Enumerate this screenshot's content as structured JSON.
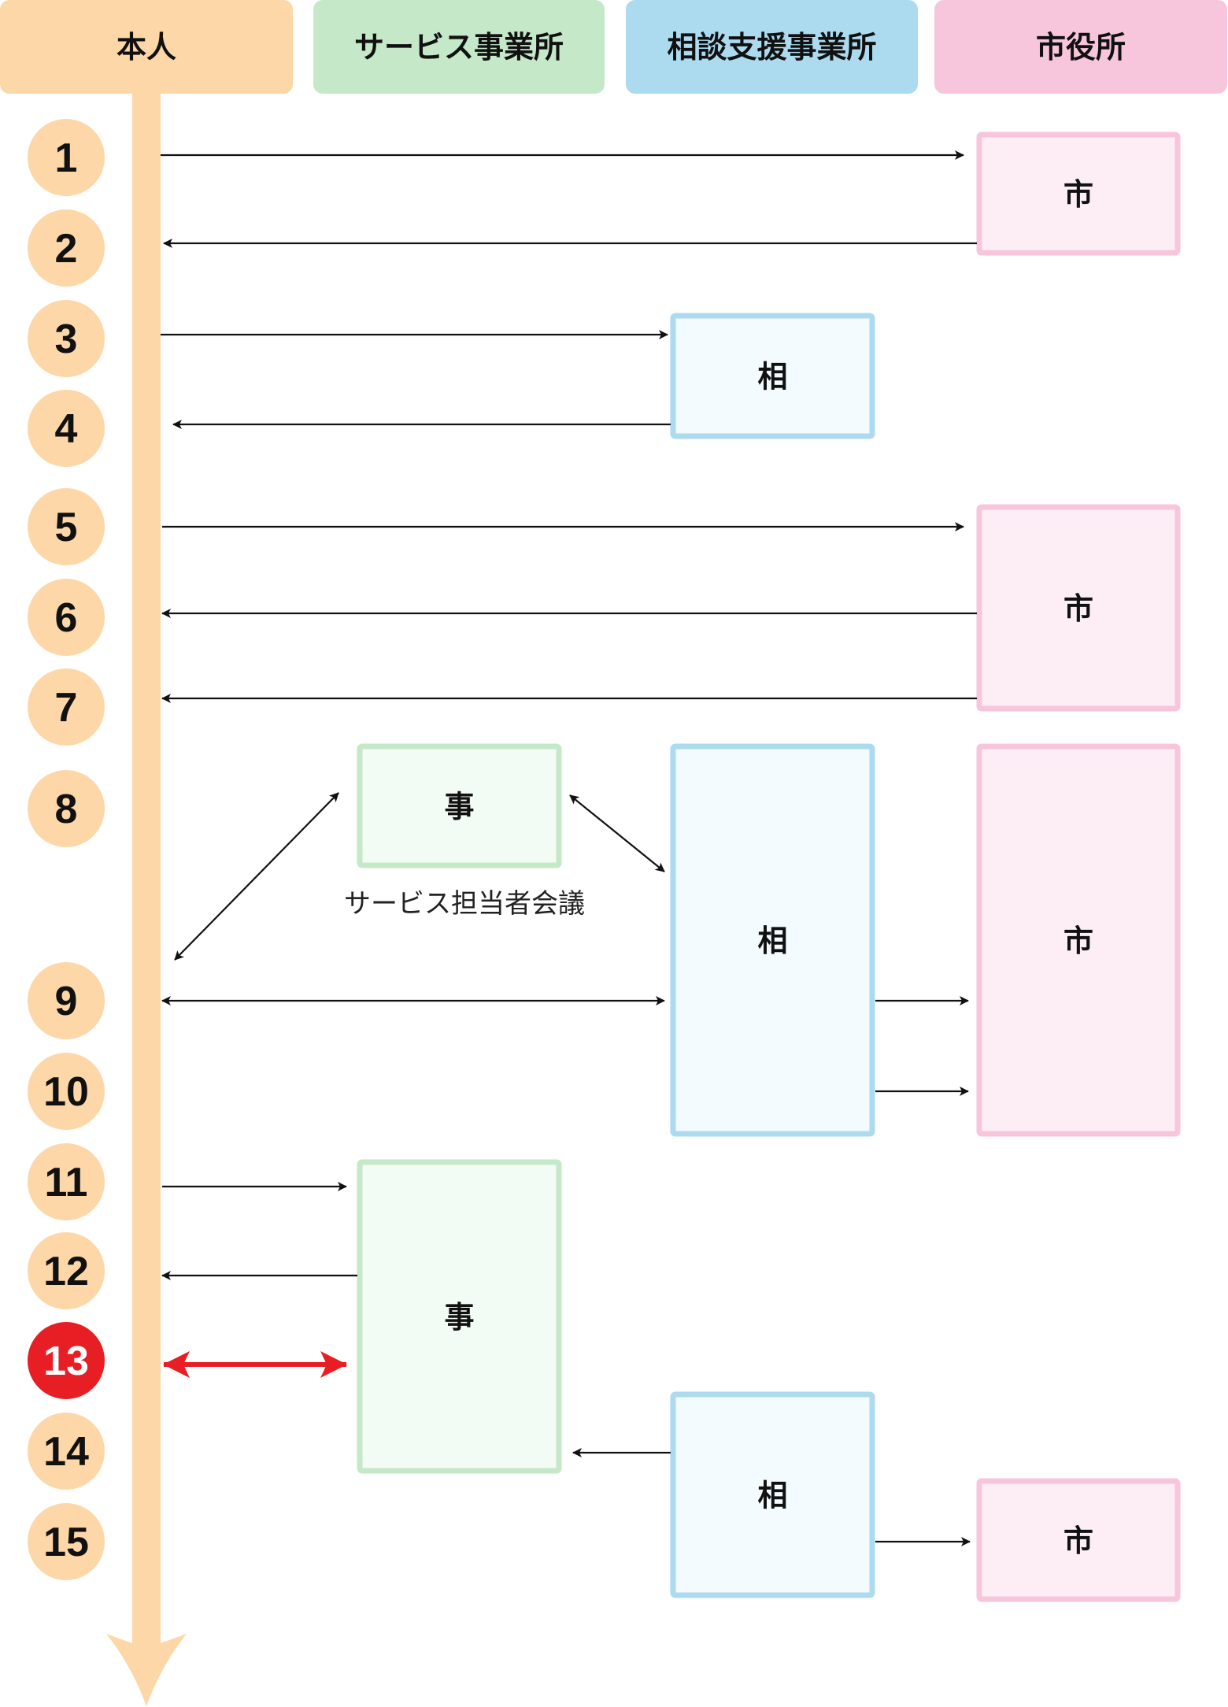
{
  "diagram": {
    "title": "サービス利用の流れ",
    "lanes": [
      {
        "id": "person",
        "label": "本人",
        "color": "#fdd7a7"
      },
      {
        "id": "service",
        "label": "サービス事業所",
        "color": "#c5e8c9",
        "box_fill": "#f3fcf4"
      },
      {
        "id": "consult",
        "label": "相談支援事業所",
        "color": "#acdaef",
        "box_fill": "#f3fbfe"
      },
      {
        "id": "city",
        "label": "市役所",
        "color": "#f8c6dc",
        "box_fill": "#fdeef5"
      }
    ],
    "steps": [
      {
        "number": "1",
        "highlight": false
      },
      {
        "number": "2",
        "highlight": false
      },
      {
        "number": "3",
        "highlight": false
      },
      {
        "number": "4",
        "highlight": false
      },
      {
        "number": "5",
        "highlight": false
      },
      {
        "number": "6",
        "highlight": false
      },
      {
        "number": "7",
        "highlight": false
      },
      {
        "number": "8",
        "highlight": false
      },
      {
        "number": "9",
        "highlight": false
      },
      {
        "number": "10",
        "highlight": false
      },
      {
        "number": "11",
        "highlight": false
      },
      {
        "number": "12",
        "highlight": false
      },
      {
        "number": "13",
        "highlight": true
      },
      {
        "number": "14",
        "highlight": false
      },
      {
        "number": "15",
        "highlight": false
      }
    ],
    "step_circle_color": "#fdd7a7",
    "step_highlight_color": "#e81e25",
    "boxes": [
      {
        "lane": "city",
        "label": "市",
        "from_step": 1,
        "to_step": 2
      },
      {
        "lane": "consult",
        "label": "相",
        "from_step": 3,
        "to_step": 4
      },
      {
        "lane": "city",
        "label": "市",
        "from_step": 5,
        "to_step": 7
      },
      {
        "lane": "service",
        "label": "事",
        "from_step": 8,
        "to_step": 8
      },
      {
        "lane": "consult",
        "label": "相",
        "from_step": 8,
        "to_step": 10
      },
      {
        "lane": "city",
        "label": "市",
        "from_step": 8,
        "to_step": 10
      },
      {
        "lane": "service",
        "label": "事",
        "from_step": 11,
        "to_step": 14
      },
      {
        "lane": "consult",
        "label": "相",
        "from_step": 14,
        "to_step": 15
      },
      {
        "lane": "city",
        "label": "市",
        "from_step": 15,
        "to_step": 15
      }
    ],
    "arrows": [
      {
        "step": 1,
        "from": "person",
        "to": "city",
        "direction": "forward"
      },
      {
        "step": 2,
        "from": "city",
        "to": "person",
        "direction": "forward"
      },
      {
        "step": 3,
        "from": "person",
        "to": "consult",
        "direction": "forward"
      },
      {
        "step": 4,
        "from": "consult",
        "to": "person",
        "direction": "forward"
      },
      {
        "step": 5,
        "from": "person",
        "to": "city",
        "direction": "forward"
      },
      {
        "step": 6,
        "from": "city",
        "to": "person",
        "direction": "forward"
      },
      {
        "step": 7,
        "from": "city",
        "to": "person",
        "direction": "forward"
      },
      {
        "step": 8,
        "from": "person",
        "to": "service",
        "direction": "both"
      },
      {
        "step": 8,
        "from": "service",
        "to": "consult",
        "direction": "both"
      },
      {
        "step": 9,
        "from": "person",
        "to": "consult",
        "direction": "both"
      },
      {
        "step": 9,
        "from": "consult",
        "to": "city",
        "direction": "forward"
      },
      {
        "step": 10,
        "from": "consult",
        "to": "city",
        "direction": "forward"
      },
      {
        "step": 11,
        "from": "person",
        "to": "service",
        "direction": "forward"
      },
      {
        "step": 12,
        "from": "service",
        "to": "person",
        "direction": "forward"
      },
      {
        "step": 13,
        "from": "person",
        "to": "service",
        "direction": "both",
        "highlight": true
      },
      {
        "step": 14,
        "from": "consult",
        "to": "service",
        "direction": "forward"
      },
      {
        "step": 15,
        "from": "consult",
        "to": "city",
        "direction": "forward"
      }
    ],
    "meeting_label": "サービス担当者会議",
    "arrow_color": "#111111",
    "highlight_arrow_color": "#e81e25"
  }
}
